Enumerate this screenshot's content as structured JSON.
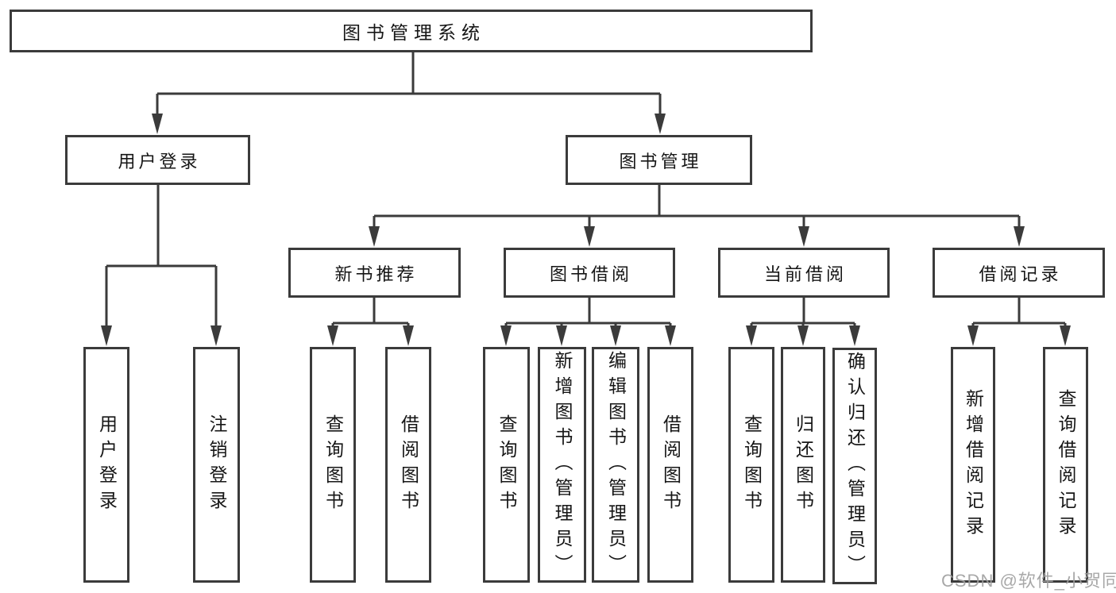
{
  "diagram": {
    "title": "图书管理系统",
    "level2": {
      "user_login": "用户登录",
      "book_management": "图书管理"
    },
    "level3": {
      "new_book_recommend": "新书推荐",
      "book_borrow": "图书借阅",
      "current_borrow": "当前借阅",
      "borrow_record": "借阅记录"
    },
    "leaves": {
      "user_login": [
        "用户登录",
        "注销登录"
      ],
      "new_book_recommend": [
        "查询图书",
        "借阅图书"
      ],
      "book_borrow": [
        "查询图书",
        "新增图书（管理员）",
        "编辑图书（管理员）",
        "借阅图书"
      ],
      "current_borrow": [
        "查询图书",
        "归还图书",
        "确认归还（管理员）"
      ],
      "borrow_record": [
        "新增借阅记录",
        "查询借阅记录"
      ]
    },
    "watermark": "CSDN @软件_小贺同学",
    "colors": {
      "line": "#3b3b3b",
      "box_border": "#3b3b3b",
      "box_fill": "#ffffff",
      "text": "#161616",
      "watermark": "#9f9f9f",
      "background": "#ffffff"
    }
  }
}
